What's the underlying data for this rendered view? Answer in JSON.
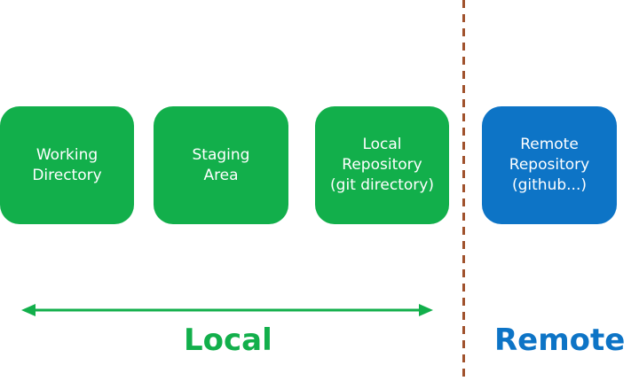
{
  "boxes": [
    {
      "id": "working-directory",
      "label": "Working\nDirectory",
      "color": "#12af4b"
    },
    {
      "id": "staging-area",
      "label": "Staging\nArea",
      "color": "#12af4b"
    },
    {
      "id": "local-repository",
      "label": "Local\nRepository\n(git directory)",
      "color": "#12af4b"
    },
    {
      "id": "remote-repository",
      "label": "Remote\nRepository\n(github...)",
      "color": "#0d74c6"
    }
  ],
  "sections": {
    "local": {
      "label": "Local",
      "color": "#12af4b"
    },
    "remote": {
      "label": "Remote",
      "color": "#0d74c6"
    }
  },
  "divider": {
    "color": "#a0522d",
    "style": "dashed"
  },
  "arrow": {
    "color": "#12af4b",
    "direction": "bidirectional"
  }
}
